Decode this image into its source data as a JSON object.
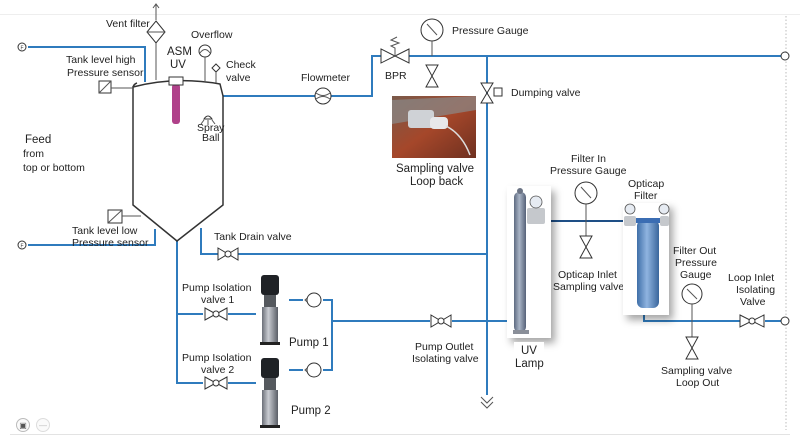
{
  "diagram": {
    "title": "UV loop process flow diagram",
    "colors": {
      "pipe": "#2f7bbd",
      "uv_rod": "#b0418a",
      "outline": "#333333"
    },
    "labels": {
      "vent_filter": "Vent filter",
      "overflow": "Overflow",
      "asm_uv_1": "ASM",
      "asm_uv_2": "UV",
      "check_valve_1": "Check",
      "check_valve_2": "valve",
      "tank_level_high_1": "Tank level high",
      "tank_level_high_2": "Pressure sensor",
      "spray_ball_1": "Spray",
      "spray_ball_2": "Ball",
      "feed_1": "Feed",
      "feed_2": "from",
      "feed_3": "top or bottom",
      "tank_level_low_1": "Tank level low",
      "tank_level_low_2": "Pressure sensor",
      "tank_drain_valve": "Tank Drain valve",
      "flowmeter": "Flowmeter",
      "bpr": "BPR",
      "pressure_gauge": "Pressure Gauge",
      "dumping_valve": "Dumping valve",
      "sampling_loop_back_1": "Sampling valve",
      "sampling_loop_back_2": "Loop back",
      "filter_in_gauge_1": "Filter In",
      "filter_in_gauge_2": "Pressure Gauge",
      "opticap_filter_1": "Opticap",
      "opticap_filter_2": "Filter",
      "opticap_inlet_1": "Opticap Inlet",
      "opticap_inlet_2": "Sampling valve",
      "filter_out_gauge_1": "Filter Out",
      "filter_out_gauge_2": "Pressure",
      "filter_out_gauge_3": "Gauge",
      "loop_inlet_1": "Loop Inlet",
      "loop_inlet_2": "Isolating",
      "loop_inlet_3": "Valve",
      "sampling_loop_out_1": "Sampling valve",
      "sampling_loop_out_2": "Loop Out",
      "uv_lamp_1": "UV",
      "uv_lamp_2": "Lamp",
      "pump_iso_1a": "Pump Isolation",
      "pump_iso_1b": "valve 1",
      "pump_iso_2a": "Pump Isolation",
      "pump_iso_2b": "valve 2",
      "pump_1": "Pump 1",
      "pump_2": "Pump 2",
      "pump_outlet_1": "Pump Outlet",
      "pump_outlet_2": "Isolating valve",
      "flow_indicator": "F"
    }
  },
  "controls": {
    "camera_icon": "camera-icon",
    "minus_icon": "minus-icon"
  }
}
